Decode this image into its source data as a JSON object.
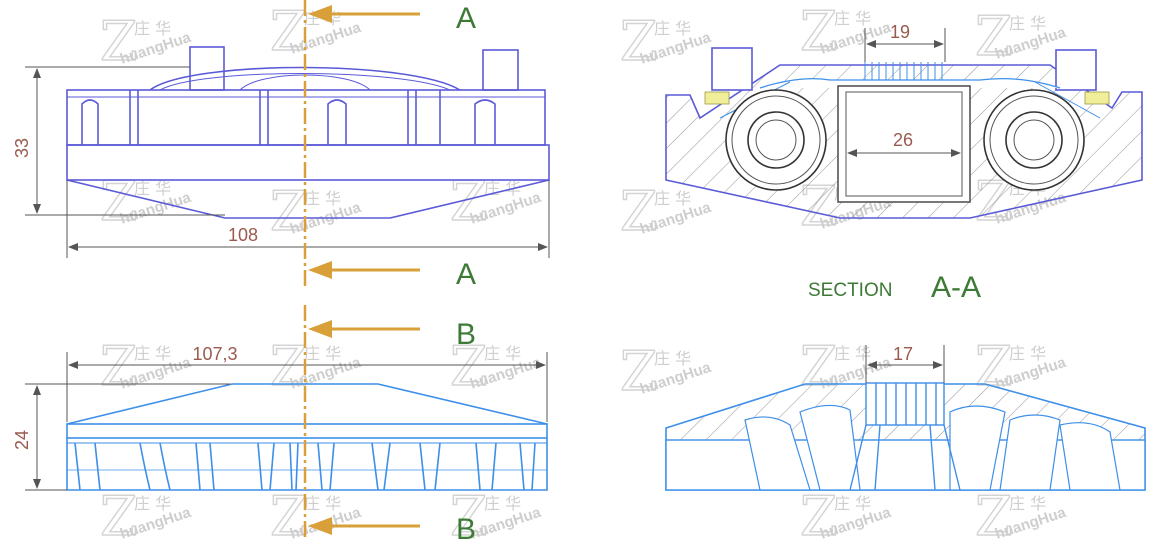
{
  "watermark": {
    "mark": "Z",
    "cjk": "庄 华",
    "latin": "huangHua"
  },
  "section_labels": {
    "a_top": "A",
    "a_bottom": "A",
    "b_top": "B",
    "b_bottom": "B",
    "section_word": "SECTION",
    "section_name": "A-A"
  },
  "dimensions": {
    "height_top": "33",
    "width_top": "108",
    "slot_width": "19",
    "bore_width": "26",
    "width_bottom": "107,3",
    "height_bottom": "24",
    "rib_width": "17"
  },
  "colors": {
    "outline_top": "#5a5ad8",
    "outline_bottom": "#3d8fea",
    "cut_line": "#d9a03a",
    "dimension": "#555555",
    "dimension_text": "#9b5a4e",
    "section_text": "#3c7a35"
  }
}
